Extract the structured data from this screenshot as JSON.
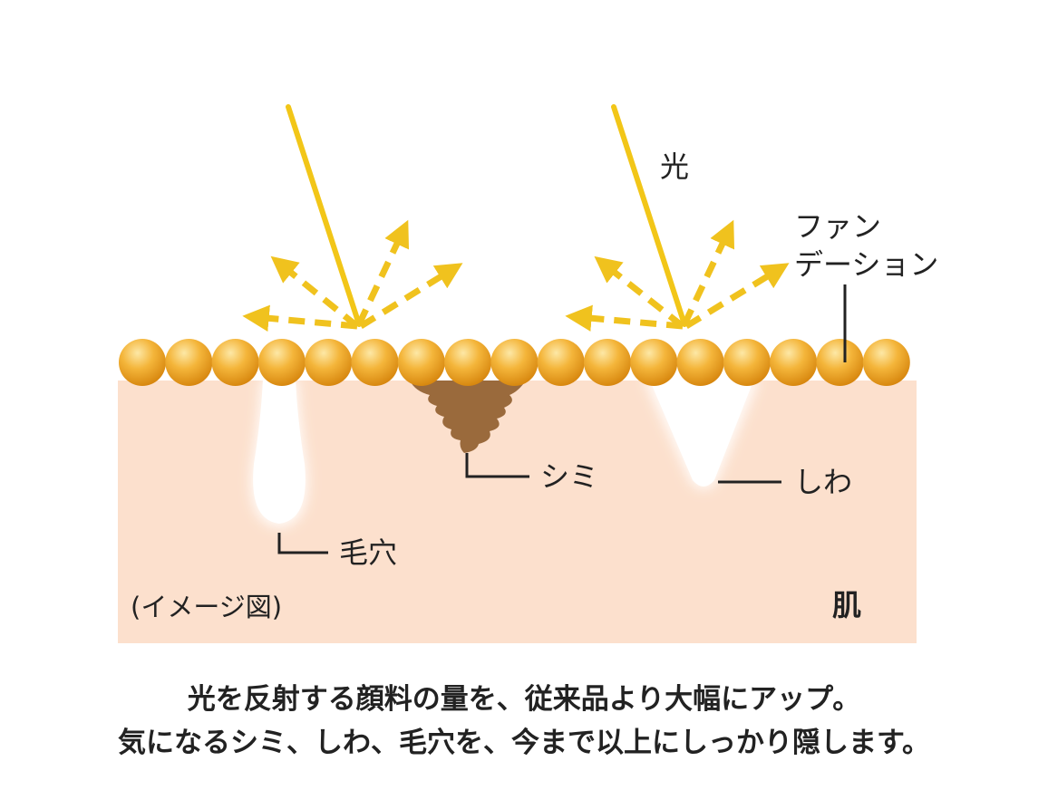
{
  "labels": {
    "light": "光",
    "foundation_line1": "ファン",
    "foundation_line2": "デーション",
    "spot": "シミ",
    "wrinkle": "しわ",
    "pore": "毛穴",
    "skin": "肌",
    "image_note": "(イメージ図)"
  },
  "caption": {
    "line1": "光を反射する顔料の量を、従来品より大幅にアップ。",
    "line2": "気になるシミ、しわ、毛穴を、今まで以上にしっかり隠します。"
  },
  "colors": {
    "skin": "#fce0cd",
    "light_ray": "#f2c618",
    "arrow": "#f0c21e",
    "bead_light": "#fbd77a",
    "bead_dark": "#d98c0a",
    "spot": "#9a6a3c",
    "leader": "#222222"
  }
}
